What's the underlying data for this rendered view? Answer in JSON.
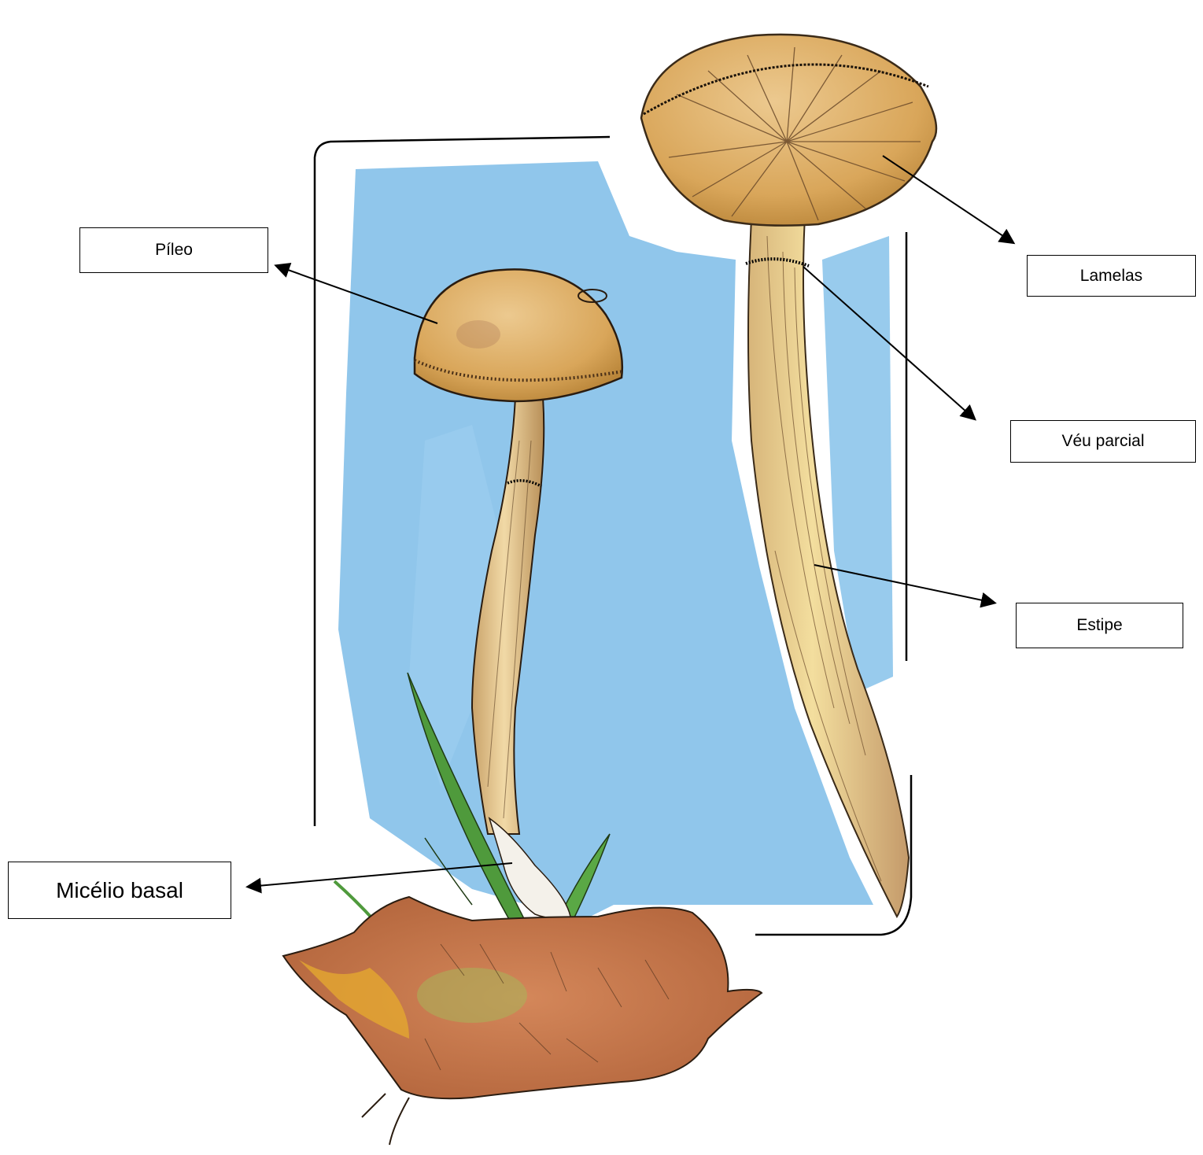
{
  "labels": {
    "pileo": "Píleo",
    "lamelas": "Lamelas",
    "veu_parcial": "Véu parcial",
    "estipe": "Estipe",
    "micelio_basal": "Micélio basal"
  },
  "colors": {
    "sky": "#6fb6e6",
    "cap": "#d9a65a",
    "stem": "#e8c890",
    "soil": "#c9794a",
    "grass": "#4f9a3c",
    "ink": "#000000"
  }
}
